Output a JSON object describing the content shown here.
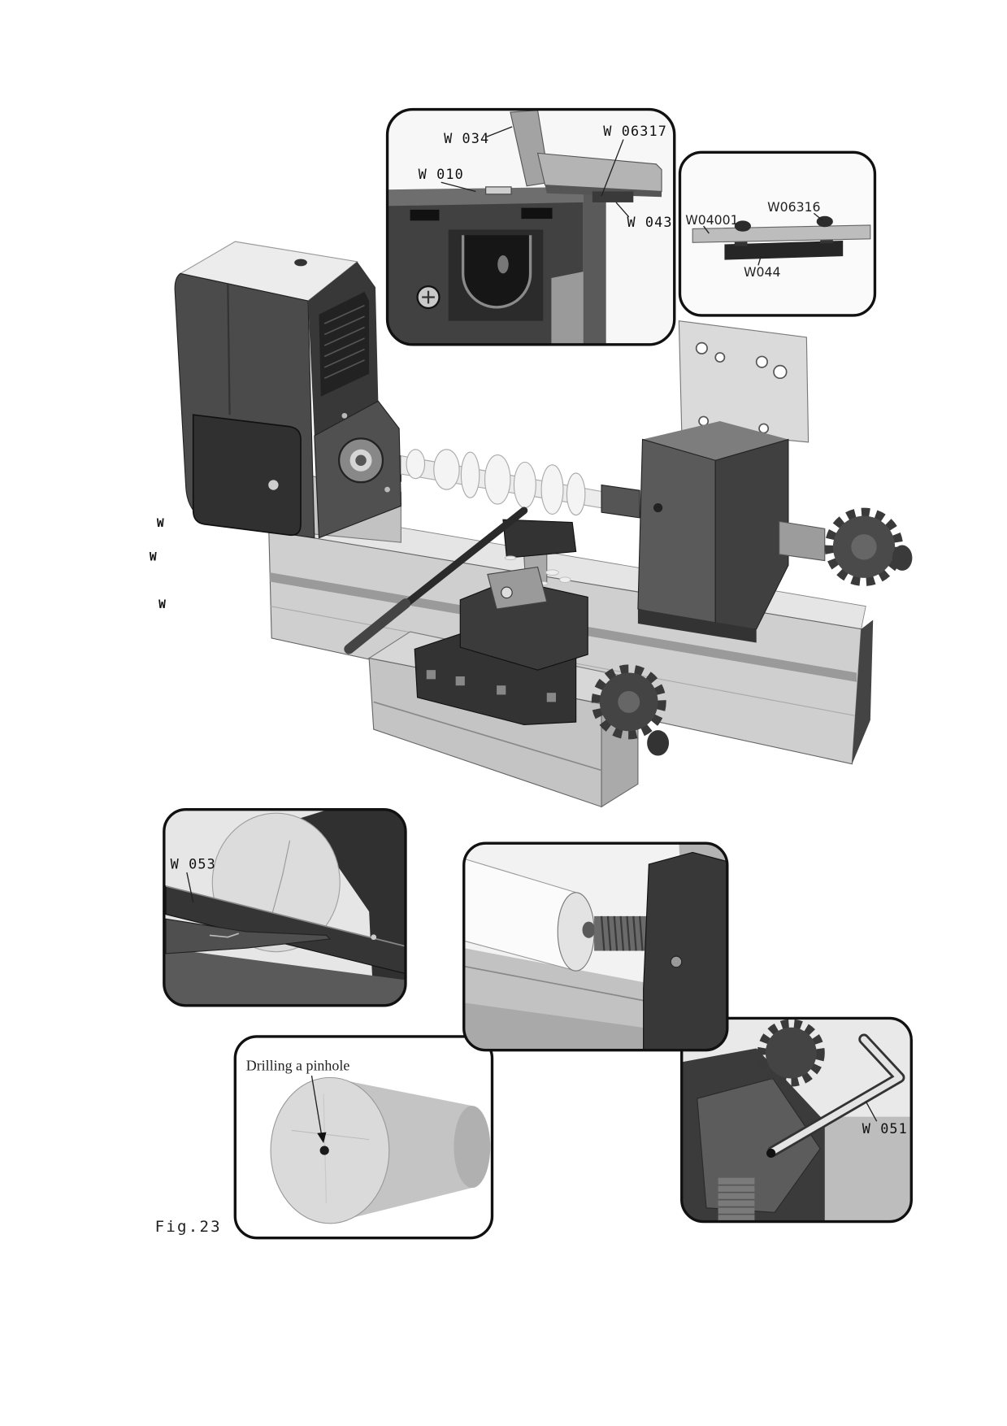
{
  "top_inset": {
    "label_w034": "W 034",
    "label_w06317": "W 06317",
    "label_w010": "W 010",
    "label_w043": "W 043"
  },
  "right_inset": {
    "label_w04001": "W04001",
    "label_w06316": "W06316",
    "label_w044": "W044"
  },
  "margin_labels": [
    "W",
    "W",
    "W"
  ],
  "bottom_left_inset": {
    "label_w053": "W 053"
  },
  "drilling_inset": {
    "caption": "Drilling a pinhole"
  },
  "bottom_right_inset": {
    "label_w051": "W 051"
  },
  "figure_caption": "Fig.23"
}
